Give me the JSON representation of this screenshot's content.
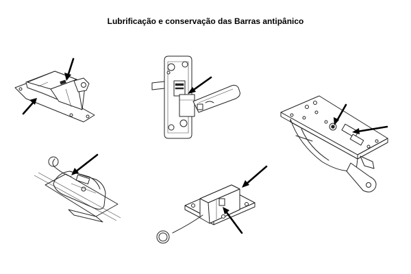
{
  "title": "Lubrificação e conservação das Barras antipânico",
  "colors": {
    "line": "#222222",
    "arrow": "#000000",
    "background": "#ffffff"
  },
  "components": [
    {
      "name": "latch-housing-top-left"
    },
    {
      "name": "vertical-lock-plate"
    },
    {
      "name": "bracket-housing-right"
    },
    {
      "name": "cable-latch-wireframe"
    },
    {
      "name": "strike-bracket-with-cable-ring"
    }
  ]
}
